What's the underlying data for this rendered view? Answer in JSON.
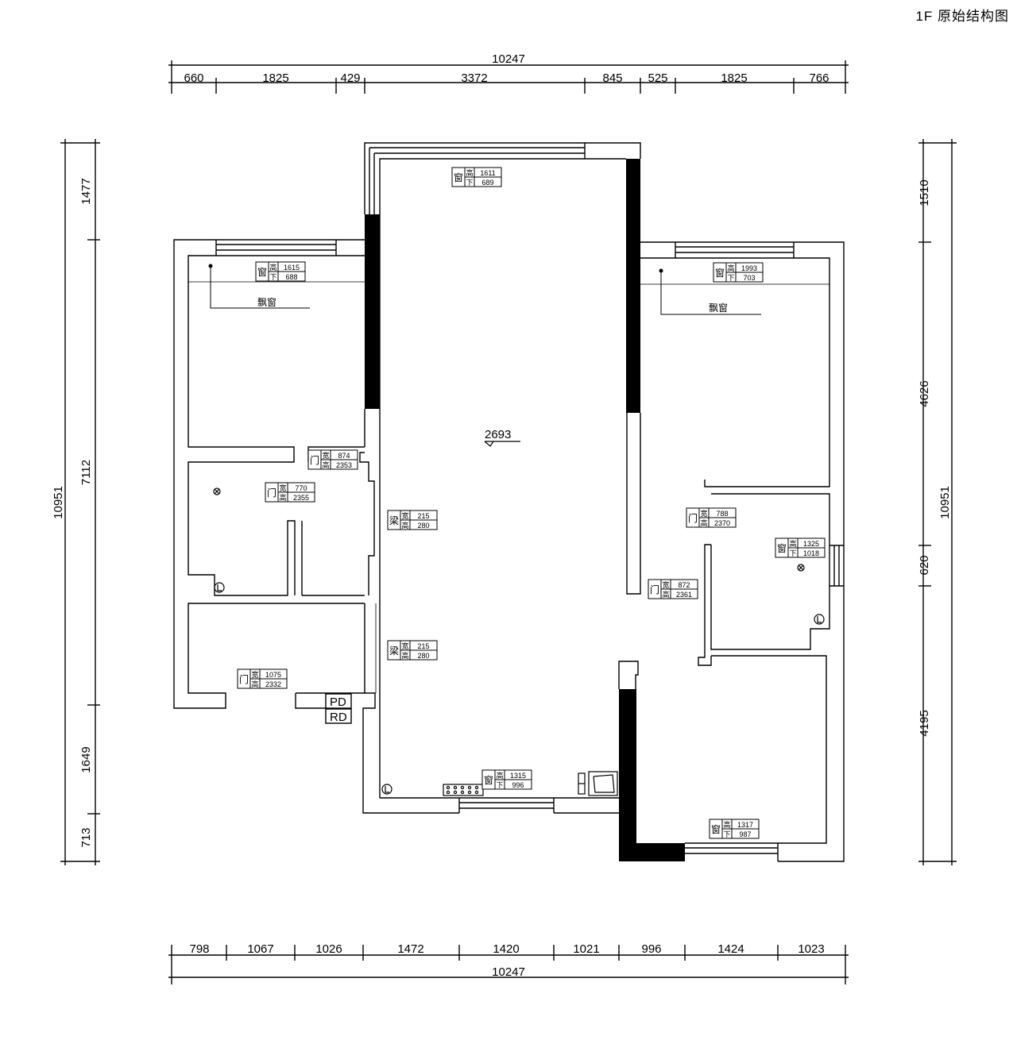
{
  "title": "1F 原始结构图",
  "top_total": "10247",
  "top_dims": [
    "660",
    "1825",
    "429",
    "3372",
    "845",
    "525",
    "1825",
    "766"
  ],
  "bottom_total": "10247",
  "bottom_dims": [
    "798",
    "1067",
    "1026",
    "1472",
    "1420",
    "1021",
    "996",
    "1424",
    "1023"
  ],
  "left_total": "10951",
  "left_dims": [
    "1477",
    "7112",
    "1649",
    "713"
  ],
  "right_total": "10951",
  "right_dims": [
    "1510",
    "4626",
    "620",
    "4195"
  ],
  "center_height": "2693",
  "labels": {
    "bay_window": "飘窗",
    "window": "窗",
    "door": "门",
    "beam": "梁",
    "height": "高",
    "sill": "下",
    "width": "宽",
    "pd": "PD",
    "rd": "RD"
  },
  "windows": [
    {
      "h": "1611",
      "s": "689"
    },
    {
      "h": "1615",
      "s": "688"
    },
    {
      "h": "1993",
      "s": "703"
    },
    {
      "h": "1325",
      "s": "1018"
    },
    {
      "h": "1315",
      "s": "996"
    },
    {
      "h": "1317",
      "s": "987"
    }
  ],
  "doors": [
    {
      "w": "874",
      "h": "2353"
    },
    {
      "w": "770",
      "h": "2355"
    },
    {
      "w": "1075",
      "h": "2332"
    },
    {
      "w": "788",
      "h": "2370"
    },
    {
      "w": "872",
      "h": "2361"
    }
  ],
  "beams": [
    {
      "w": "215",
      "h": "280"
    },
    {
      "w": "215",
      "h": "280"
    }
  ]
}
